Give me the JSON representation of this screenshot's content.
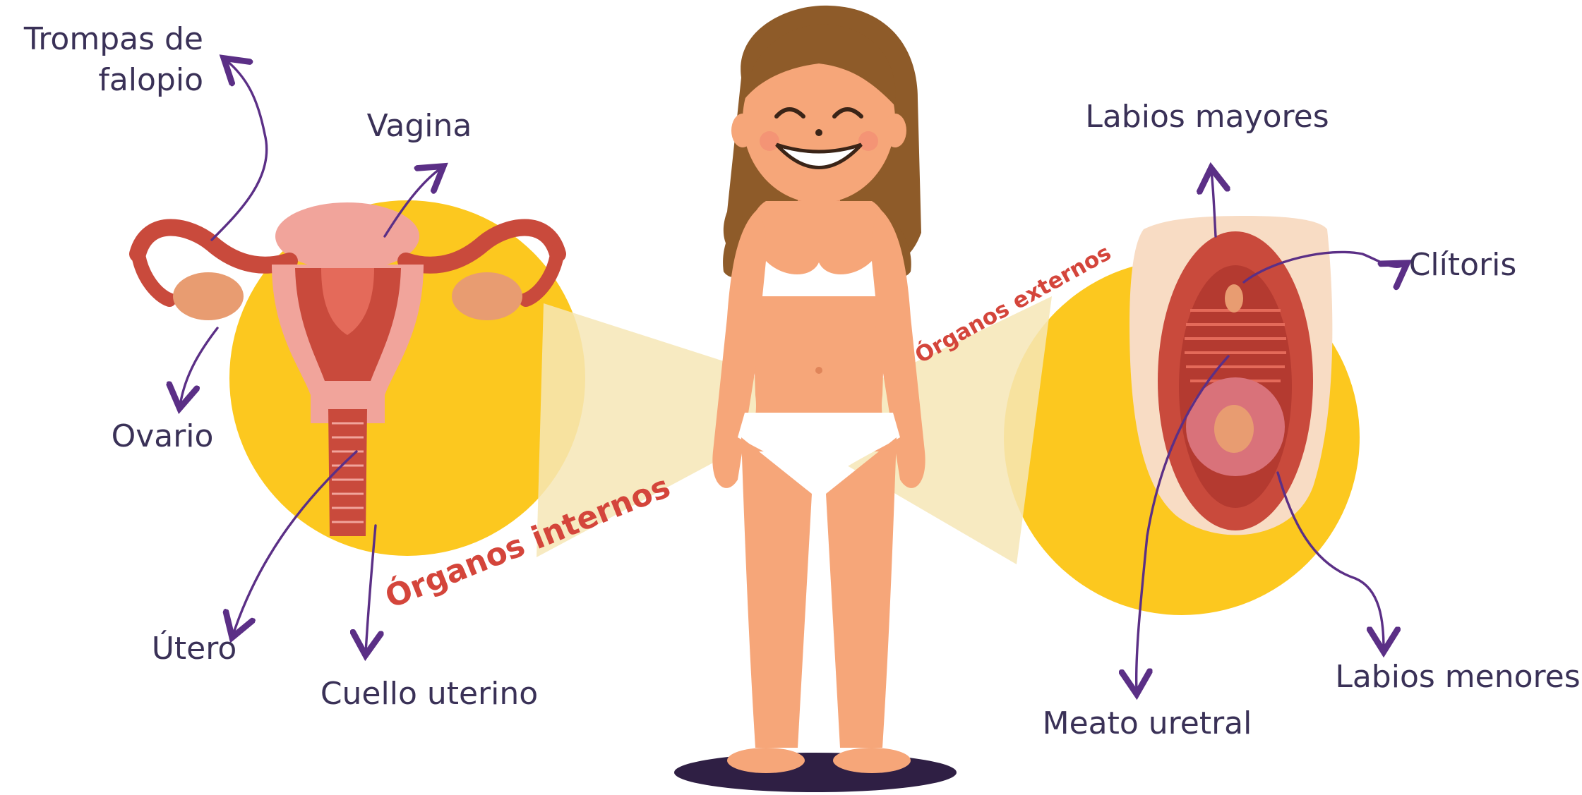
{
  "labels": {
    "trompas": [
      "Trompas de",
      "falopio"
    ],
    "vagina": "Vagina",
    "ovario": "Ovario",
    "utero": "Útero",
    "cuello": "Cuello uterino",
    "labios_mayores": "Labios mayores",
    "clitoris": "Clítoris",
    "labios_menores": "Labios menores",
    "meato": "Meato uretral"
  },
  "sections": {
    "internos": "Órganos internos",
    "externos": "Órganos externos"
  },
  "colors": {
    "yellow_circle": "#fcc81f",
    "beam": "#f6e6b6",
    "skin": "#f6a679",
    "hair": "#8e5b29",
    "organ_red": "#c94a3c",
    "organ_pink": "#f1a49b",
    "label_text": "#3a3157",
    "section_text": "#d4453b",
    "arrow": "#5b2f86",
    "shadow": "#2f1f44"
  }
}
